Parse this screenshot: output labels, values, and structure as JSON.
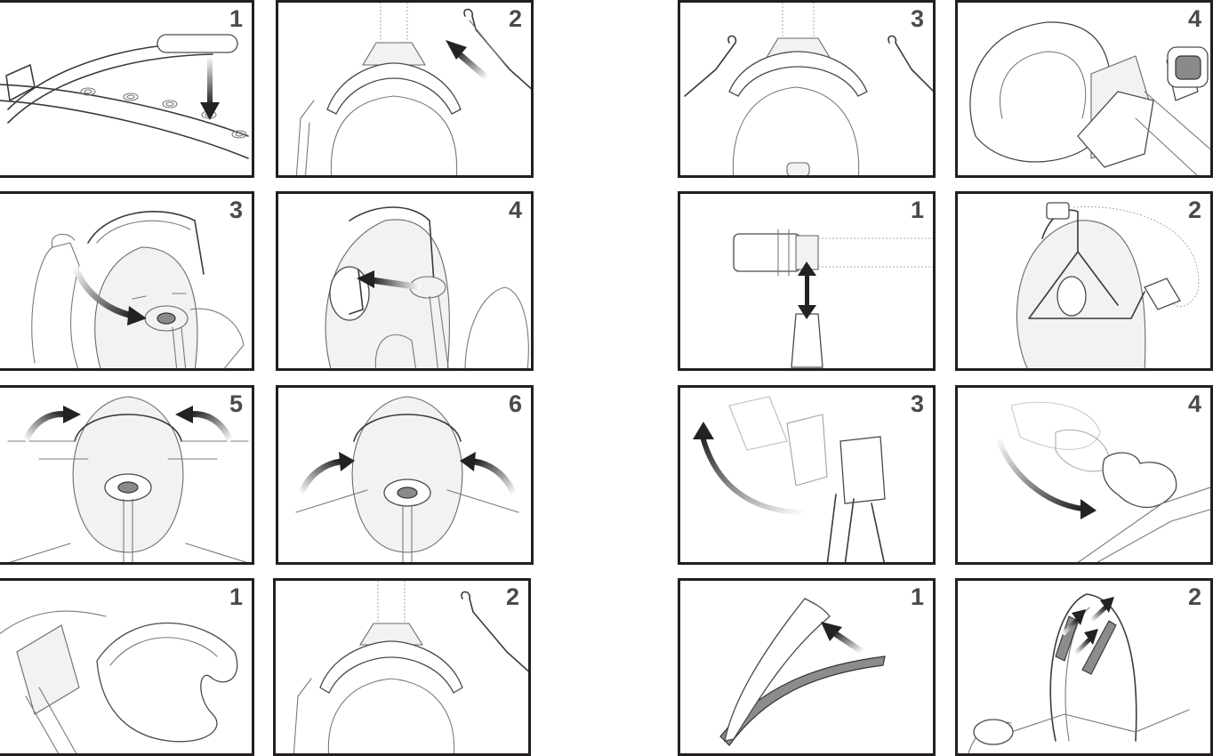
{
  "panels": [
    {
      "id": "p-a1",
      "step": "1"
    },
    {
      "id": "p-a2",
      "step": "2"
    },
    {
      "id": "p-a3",
      "step": "3"
    },
    {
      "id": "p-a4",
      "step": "4"
    },
    {
      "id": "p-a5",
      "step": "5"
    },
    {
      "id": "p-a6",
      "step": "6"
    },
    {
      "id": "p-b1",
      "step": "1"
    },
    {
      "id": "p-b2",
      "step": "2"
    },
    {
      "id": "p-c3",
      "step": "3"
    },
    {
      "id": "p-c4",
      "step": "4"
    },
    {
      "id": "p-d1",
      "step": "1"
    },
    {
      "id": "p-d2",
      "step": "2"
    },
    {
      "id": "p-d3",
      "step": "3"
    },
    {
      "id": "p-d4",
      "step": "4"
    },
    {
      "id": "p-e1",
      "step": "1"
    },
    {
      "id": "p-e2",
      "step": "2"
    }
  ],
  "colors": {
    "border": "#231f20",
    "step_number": "#4a4a4a",
    "arrow": "#222222",
    "line_art": "#7a7a7a"
  }
}
